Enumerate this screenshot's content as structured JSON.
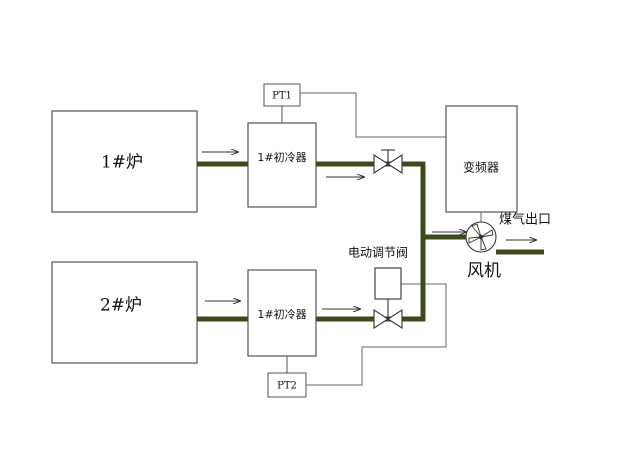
{
  "furnace_1": {
    "label": "1#炉"
  },
  "furnace_2": {
    "label": "2#炉"
  },
  "cooler_1": {
    "label": "1#初冷器"
  },
  "cooler_2": {
    "label": "1#初冷器"
  },
  "pt1": {
    "label": "PT1"
  },
  "pt2": {
    "label": "PT2"
  },
  "inverter": {
    "label": "变频器"
  },
  "control_valve": {
    "label": "电动调节阀"
  },
  "fan": {
    "label": "风机"
  },
  "gas_outlet": {
    "label": "煤气出口"
  },
  "colors": {
    "pipe": "#3c4a1c",
    "outline": "#555555",
    "signal_line": "#666666",
    "text": "#111111"
  }
}
